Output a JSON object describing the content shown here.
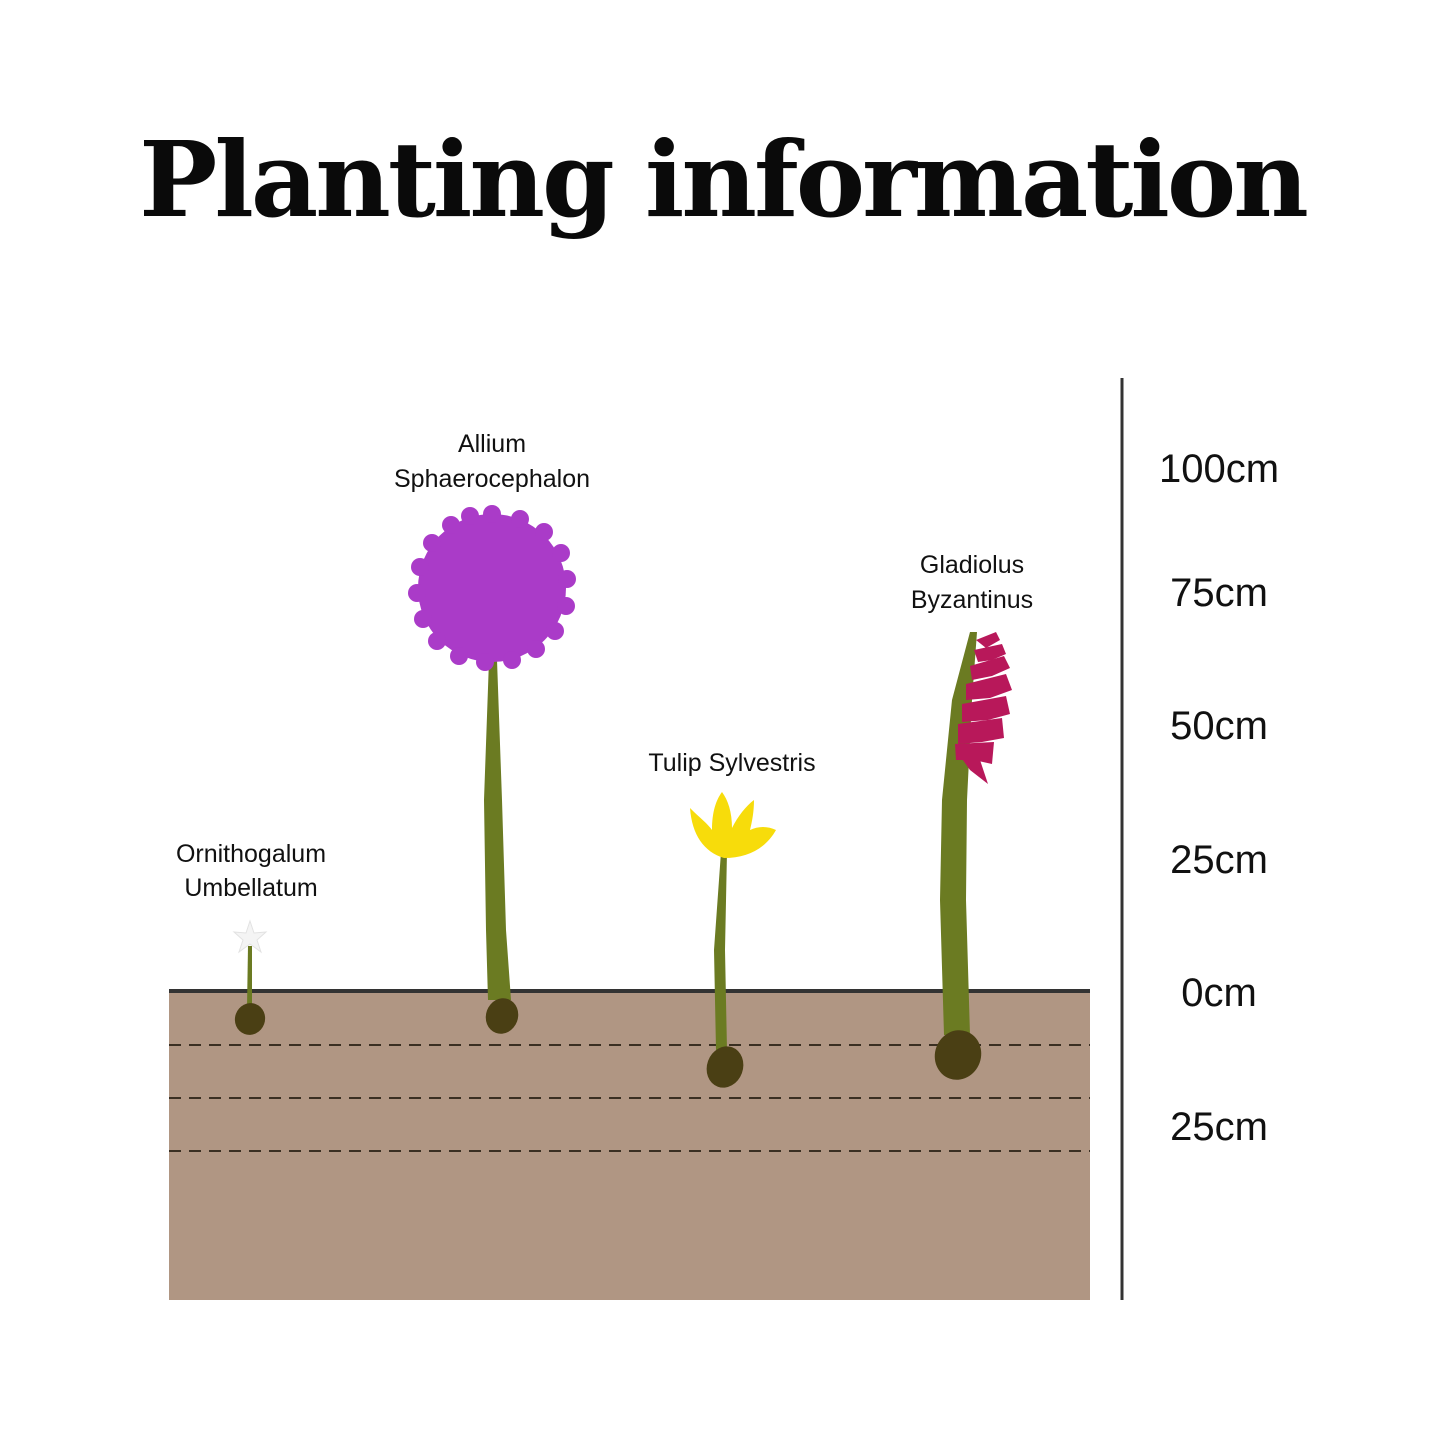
{
  "title": "Planting information",
  "colors": {
    "soil": "#b09683",
    "ground_line": "#333333",
    "stem": "#6b7b22",
    "bulb": "#4a3f14",
    "allium_flower": "#aa3bc8",
    "tulip_flower": "#f7dc0b",
    "gladiolus_flower": "#b8185a",
    "ornithogalum_flower": "#f2f2f2"
  },
  "plants": [
    {
      "name_line1": "Ornithogalum",
      "name_line2": "Umbellatum",
      "flower_icon": "white-star-flower-icon"
    },
    {
      "name_line1": "Allium",
      "name_line2": "Sphaerocephalon",
      "flower_icon": "purple-pompom-flower-icon"
    },
    {
      "name_line1": "Tulip Sylvestris",
      "name_line2": "",
      "flower_icon": "yellow-tulip-flower-icon"
    },
    {
      "name_line1": "Gladiolus",
      "name_line2": "Byzantinus",
      "flower_icon": "magenta-spike-flower-icon"
    }
  ],
  "height_scale": [
    "100cm",
    "75cm",
    "50cm",
    "25cm",
    "0cm",
    "25cm"
  ]
}
